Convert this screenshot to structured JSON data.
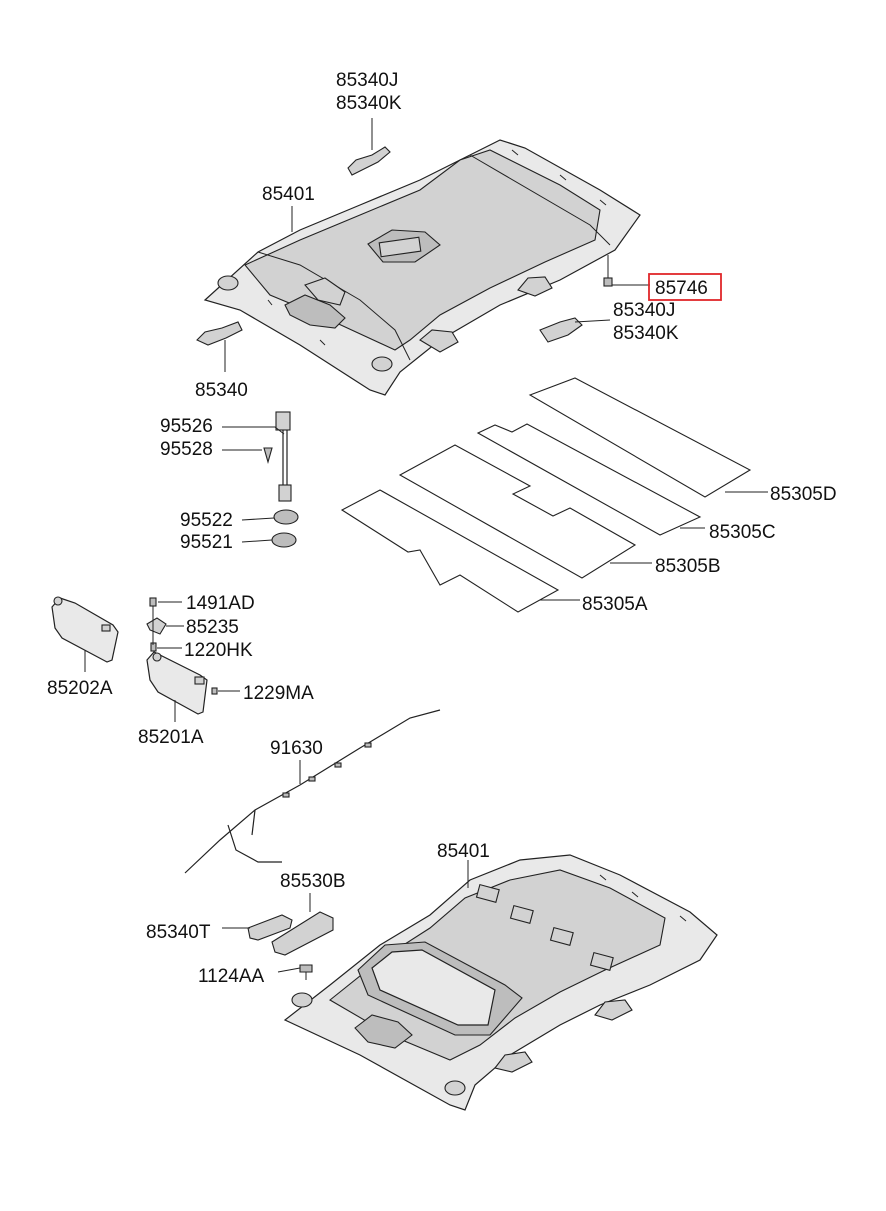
{
  "highlight_color": "#e0262a",
  "labels": {
    "top_handle_j": "85340J",
    "top_handle_k": "85340K",
    "headliner_upper": "85401",
    "clip_highlighted": "85746",
    "right_handle_j": "85340J",
    "right_handle_k": "85340K",
    "handle_left": "85340",
    "lamp_95526": "95526",
    "lamp_95528": "95528",
    "lamp_95522": "95522",
    "lamp_95521": "95521",
    "pad_d": "85305D",
    "pad_c": "85305C",
    "pad_b": "85305B",
    "pad_a": "85305A",
    "screw_1491ad": "1491AD",
    "bracket_85235": "85235",
    "screw_1220hk": "1220HK",
    "visor_85202a": "85202A",
    "screw_1229ma": "1229MA",
    "visor_85201a": "85201A",
    "wiring_91630": "91630",
    "headliner_lower": "85401",
    "bracket_85530b": "85530B",
    "handle_85340t": "85340T",
    "bolt_1124aa": "1124AA"
  }
}
